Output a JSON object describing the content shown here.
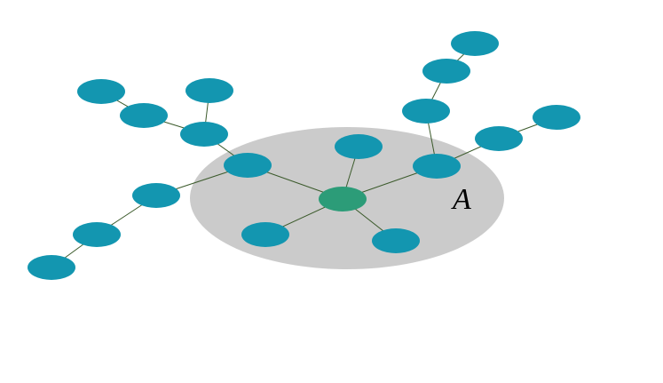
{
  "diagram": {
    "region": {
      "label": "A",
      "fill": "#cbcbcb"
    },
    "colors": {
      "node": "#1396b0",
      "center_node": "#2c9c78",
      "edge": "#3b5a2b",
      "background": "#ffffff"
    },
    "nodes": [
      {
        "id": "center",
        "role": "center"
      },
      {
        "id": "n-top-inner",
        "role": "inner"
      },
      {
        "id": "n-left-inner",
        "role": "inner"
      },
      {
        "id": "n-right-inner",
        "role": "inner"
      },
      {
        "id": "n-bottom-left",
        "role": "inner"
      },
      {
        "id": "n-bottom-right",
        "role": "inner"
      },
      {
        "id": "n-left-1",
        "role": "outer"
      },
      {
        "id": "n-left-2",
        "role": "outer"
      },
      {
        "id": "n-left-3",
        "role": "outer"
      },
      {
        "id": "n-upleft-hub",
        "role": "outer"
      },
      {
        "id": "n-upleft-top",
        "role": "outer"
      },
      {
        "id": "n-upleft-mid",
        "role": "outer"
      },
      {
        "id": "n-upleft-far",
        "role": "outer"
      },
      {
        "id": "n-upright-1",
        "role": "outer"
      },
      {
        "id": "n-upright-2",
        "role": "outer"
      },
      {
        "id": "n-upright-3",
        "role": "outer"
      },
      {
        "id": "n-right-1",
        "role": "outer"
      },
      {
        "id": "n-right-2",
        "role": "outer"
      }
    ],
    "edges": [
      [
        "center",
        "n-top-inner"
      ],
      [
        "center",
        "n-left-inner"
      ],
      [
        "center",
        "n-right-inner"
      ],
      [
        "center",
        "n-bottom-left"
      ],
      [
        "center",
        "n-bottom-right"
      ],
      [
        "n-left-inner",
        "n-left-1"
      ],
      [
        "n-left-1",
        "n-left-2"
      ],
      [
        "n-left-2",
        "n-left-3"
      ],
      [
        "n-left-inner",
        "n-upleft-hub"
      ],
      [
        "n-upleft-hub",
        "n-upleft-top"
      ],
      [
        "n-upleft-hub",
        "n-upleft-mid"
      ],
      [
        "n-upleft-mid",
        "n-upleft-far"
      ],
      [
        "n-right-inner",
        "n-upright-1"
      ],
      [
        "n-upright-1",
        "n-upright-2"
      ],
      [
        "n-upright-2",
        "n-upright-3"
      ],
      [
        "n-right-inner",
        "n-right-1"
      ],
      [
        "n-right-1",
        "n-right-2"
      ]
    ]
  }
}
